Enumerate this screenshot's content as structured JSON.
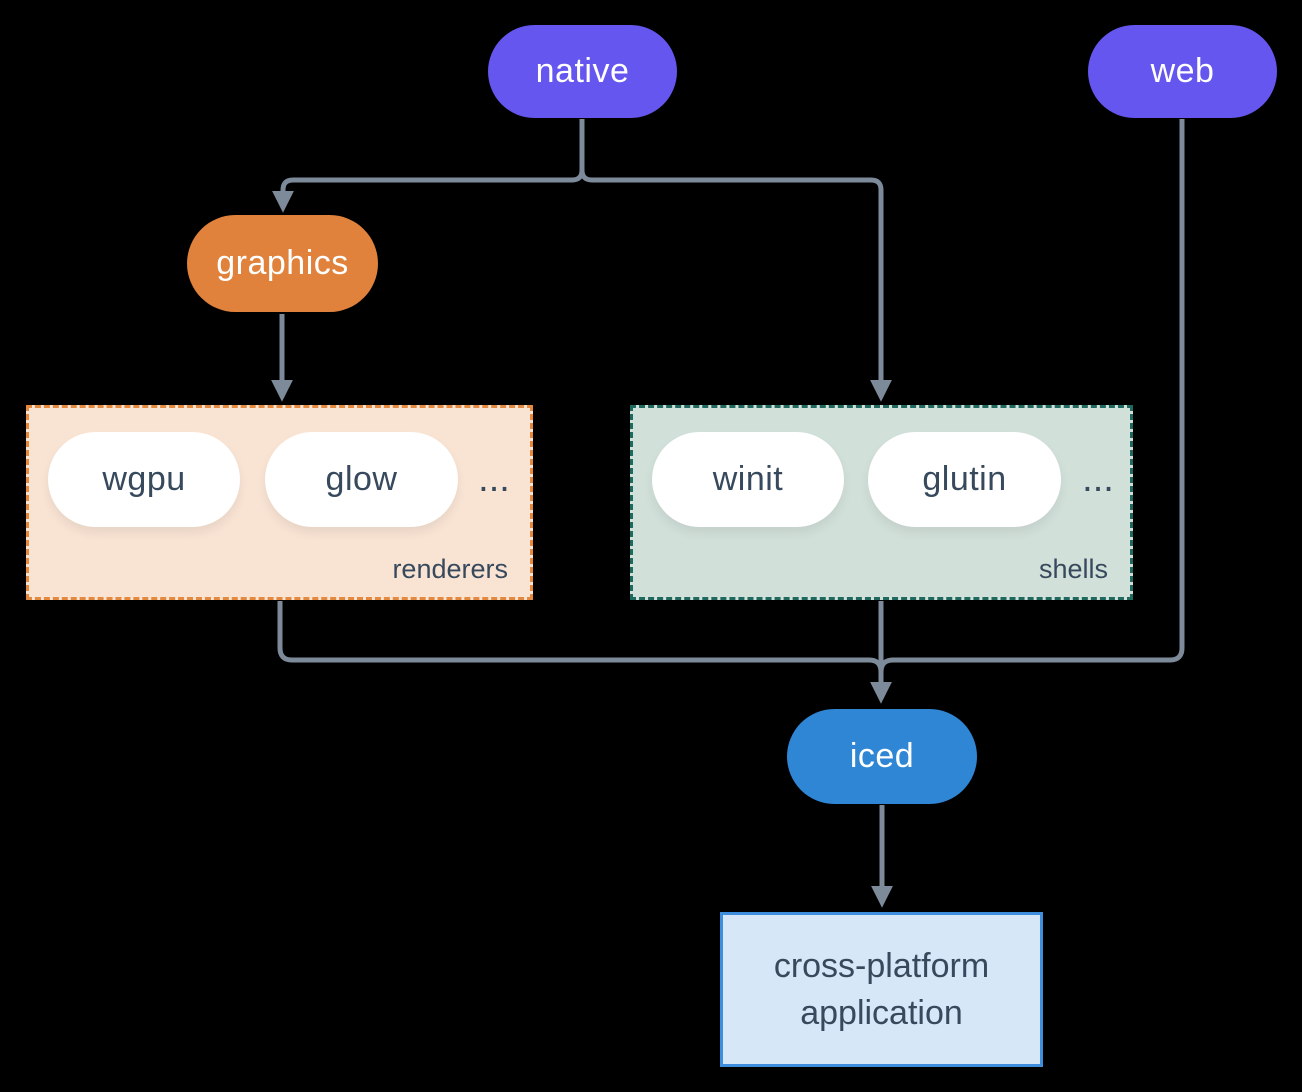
{
  "diagram": {
    "background": "#000000",
    "connector_color": "#7d8a9a",
    "nodes": {
      "native": {
        "label": "native",
        "color": "#6456ee",
        "text_color": "#ffffff"
      },
      "web": {
        "label": "web",
        "color": "#6456ee",
        "text_color": "#ffffff"
      },
      "graphics": {
        "label": "graphics",
        "color": "#e0823c",
        "text_color": "#ffffff"
      },
      "iced": {
        "label": "iced",
        "color": "#2e86d5",
        "text_color": "#ffffff"
      },
      "application": {
        "lines": [
          "cross-platform",
          "application"
        ],
        "background": "#d6e7f8",
        "border_color": "#3e8ede",
        "text_color": "#37495c"
      }
    },
    "groups": {
      "renderers": {
        "label": "renderers",
        "items": [
          {
            "label": "wgpu"
          },
          {
            "label": "glow"
          }
        ],
        "ellipsis": "...",
        "background": "#f9e4d4",
        "border_color": "#e5893f"
      },
      "shells": {
        "label": "shells",
        "items": [
          {
            "label": "winit"
          },
          {
            "label": "glutin"
          }
        ],
        "ellipsis": "...",
        "background": "#d2e0da",
        "border_color": "#20695e"
      }
    },
    "edges": [
      {
        "from": "native",
        "to": "graphics"
      },
      {
        "from": "native",
        "to": "shells"
      },
      {
        "from": "graphics",
        "to": "renderers"
      },
      {
        "from": "renderers",
        "to": "iced"
      },
      {
        "from": "shells",
        "to": "iced"
      },
      {
        "from": "web",
        "to": "iced"
      },
      {
        "from": "iced",
        "to": "application"
      }
    ]
  }
}
